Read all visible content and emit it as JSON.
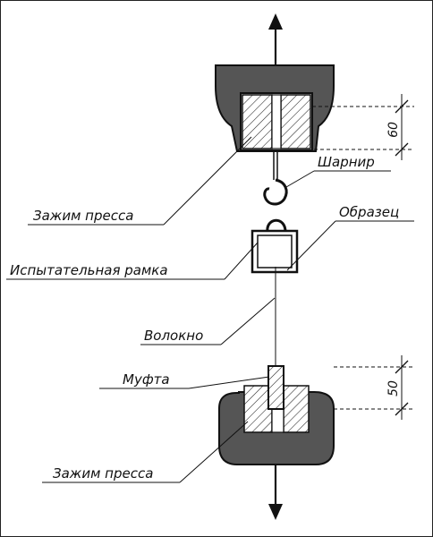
{
  "labels": {
    "upper_clamp": "Зажим пресса",
    "hinge": "Шарнир",
    "sample": "Образец",
    "test_frame": "Испытательная рамка",
    "fiber": "Волокно",
    "coupling": "Муфта",
    "lower_clamp": "Зажим пресса"
  },
  "dimensions": {
    "upper": "60",
    "lower": "50"
  },
  "colors": {
    "clamp_body": "#555555",
    "line": "#111111",
    "background": "#ffffff"
  }
}
